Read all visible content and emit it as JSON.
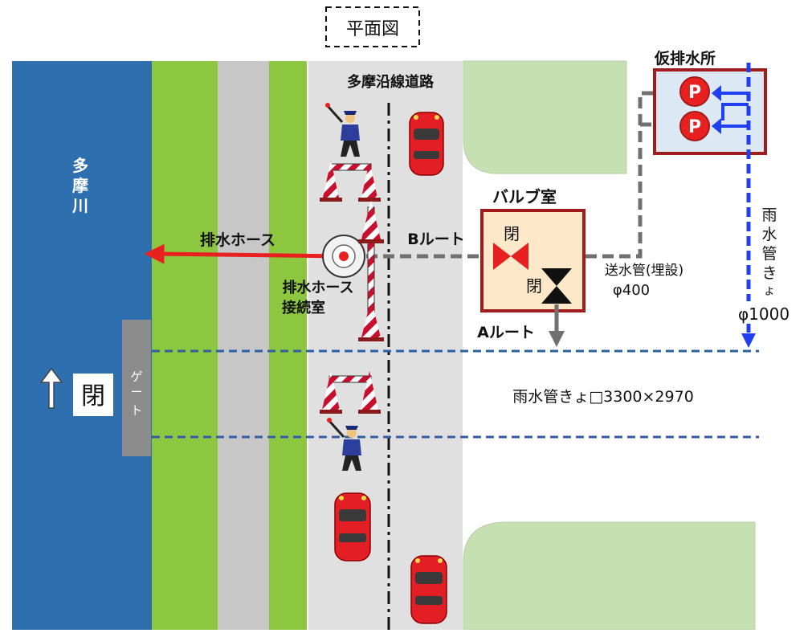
{
  "title": "平面図",
  "labels": {
    "river": "多摩川",
    "road": "多摩沿線道路",
    "temp_station": "仮排水所",
    "pump": "P",
    "valve_room": "バルブ室",
    "closed": "閉",
    "b_route": "Bルート",
    "a_route": "Aルート",
    "drain_hose": "排水ホース",
    "hose_room": "排水ホース接続室",
    "feed_pipe": "送水管(埋設)",
    "feed_pipe_size": "φ400",
    "rain_pipe": "雨水管きょ",
    "rain_pipe_size": "φ1000",
    "rain_culvert": "雨水管きょ□3300×2970",
    "gate": "ゲート",
    "gate_status": "閉"
  },
  "colors": {
    "river": "#2e6fb0",
    "grass": "#8dc63f",
    "median": "#c7c7c7",
    "road": "#e0e0e0",
    "lawn": "#c6e0b4",
    "frame": "#a01c1c",
    "station_fill": "#dce9f5",
    "valve_fill": "#fde9c9",
    "hose": "#e82020",
    "pipe_grey": "#707070",
    "rain_arrow": "#1f3ff0",
    "culvert_line": "#2f5fa0",
    "gate": "#8c8c8c"
  }
}
